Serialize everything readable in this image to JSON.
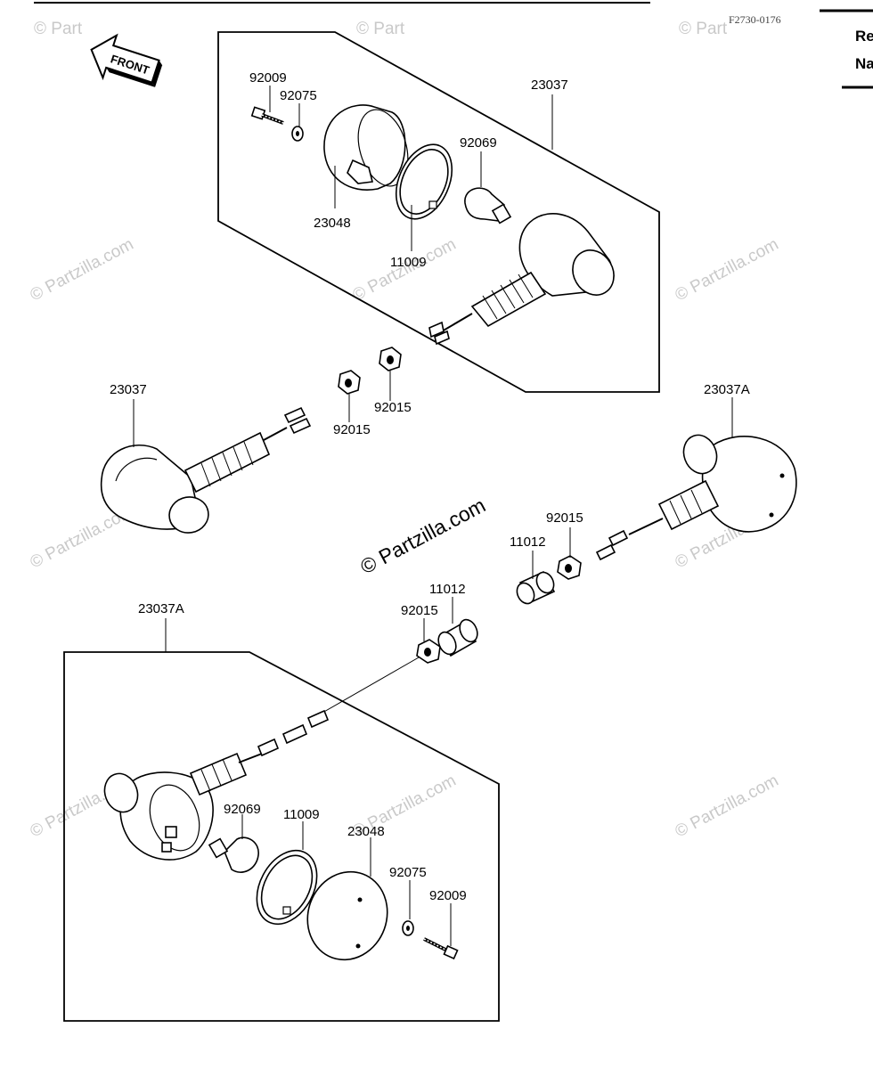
{
  "diagram_code": "F2730-0176",
  "front_label": "FRONT",
  "side_panel": {
    "line1": "Re",
    "line2": "Nа"
  },
  "watermark_center": "© Partzilla.com",
  "watermark_text": "© Partzilla.com",
  "watermark_top_fragment": "© Part",
  "labels": {
    "top_92009": "92009",
    "top_92075": "92075",
    "top_23037": "23037",
    "top_92069": "92069",
    "top_23048": "23048",
    "top_11009": "11009",
    "mid_23037": "23037",
    "mid_92015_a": "92015",
    "mid_92015_b": "92015",
    "right_23037A": "23037A",
    "right_92015": "92015",
    "right_11012": "11012",
    "center_11012": "11012",
    "center_92015": "92015",
    "bottom_23037A": "23037A",
    "bottom_92069": "92069",
    "bottom_11009": "11009",
    "bottom_23048": "23048",
    "bottom_92075": "92075",
    "bottom_92009": "92009"
  }
}
